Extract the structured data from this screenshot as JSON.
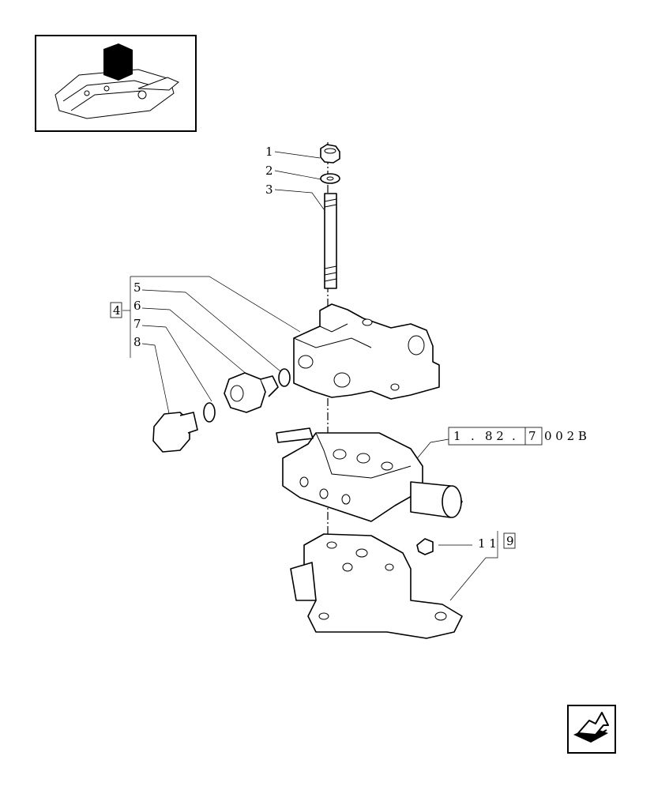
{
  "thumbnail": {
    "icon": "tractor-hitch-thumbnail"
  },
  "callouts": {
    "c1": "1",
    "c2": "2",
    "c3": "3",
    "c4": "4",
    "c5": "5",
    "c6": "6",
    "c7": "7",
    "c8": "8",
    "c11": "1 1",
    "c9": "9"
  },
  "reference": {
    "r1": "1",
    "r2": ".",
    "r3": "8 2",
    "r4": ".",
    "r5": "7",
    "r6": "0 0 2 B"
  },
  "navigation": {
    "icon": "next-page-arrow-icon"
  }
}
